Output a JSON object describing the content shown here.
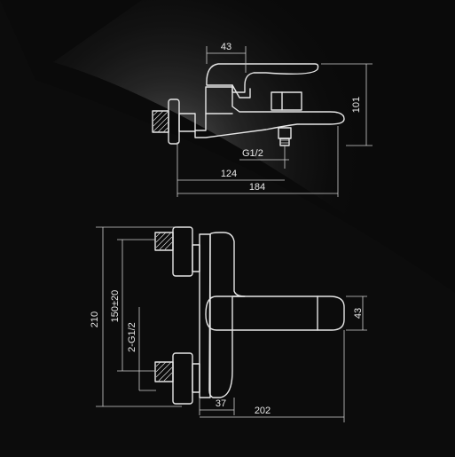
{
  "colors": {
    "background": "#0c0c0c",
    "line": "#e6e6e6",
    "glare": "#9a9a9a"
  },
  "side_view": {
    "dim_handle_width": "43",
    "dim_height": "101",
    "dim_thread": "G1/2",
    "dim_outlet_distance": "124",
    "dim_overall_depth": "184"
  },
  "front_view": {
    "dim_total_height": "210",
    "dim_inlet_spacing": "150±20",
    "dim_inlet_thread": "2-G1/2",
    "dim_lever_height": "43",
    "dim_body_width": "37",
    "dim_overall_width": "202"
  }
}
